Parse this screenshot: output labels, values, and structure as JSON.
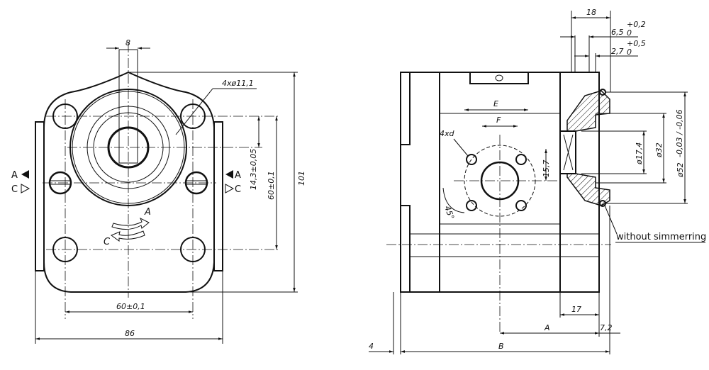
{
  "front_view": {
    "key_width": "8",
    "holes": "4xø11,1",
    "shaft_offset": "14,3±0,05",
    "hole_spacing_vertical": "60±0,1",
    "height": "101",
    "hole_spacing_horizontal": "60±0,1",
    "width": "86",
    "port_a": "A",
    "port_c": "C",
    "rotation_a": "A",
    "rotation_c": "C"
  },
  "side_view": {
    "dim_18": "18",
    "dim_6_5": "6,5",
    "dim_6_5_tol_upper": "+0,2",
    "dim_6_5_tol_lower": "0",
    "dim_2_7": "2,7",
    "dim_2_7_tol_upper": "+0,5",
    "dim_2_7_tol_lower": "0",
    "port_E": "E",
    "port_F": "F",
    "port_holes": "4xd",
    "angle": "45°",
    "dim_15_7": "15,7",
    "dia_17_4": "ø17,4",
    "dia_32": "ø32",
    "dia_52": "ø52",
    "dia_52_tol": "-0,03 / -0,06",
    "note": "without simmerring",
    "dim_17": "17",
    "dim_A": "A",
    "dim_7_2": "7,2",
    "dim_4": "4",
    "dim_B": "B"
  }
}
